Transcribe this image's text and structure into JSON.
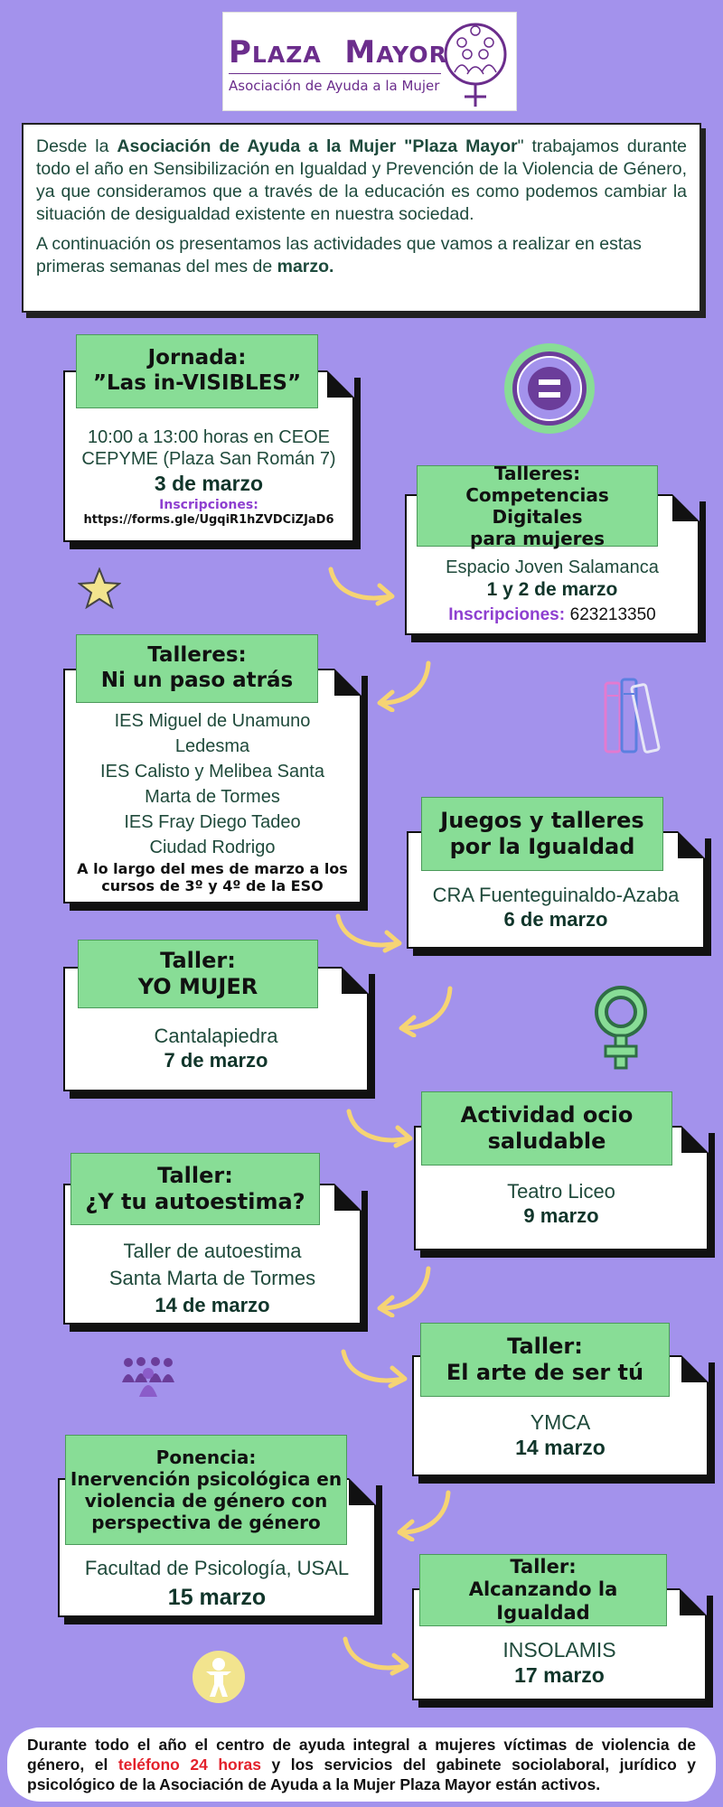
{
  "logo": {
    "name_p": "P",
    "name_laza": "LAZA",
    "name_m": "M",
    "name_ayor": "AYOR",
    "subtitle": "Asociación de Ayuda a la Mujer"
  },
  "intro": {
    "p1_a": "Desde la ",
    "p1_b": "Asociación de Ayuda a la Mujer \"Plaza Mayor",
    "p1_c": "\" trabajamos durante todo el año en Sensibilización en Igualdad y Prevención de la Violencia de Género, ya que consideramos que a través de la educación es como podemos cambiar la situación de desigualdad existente en nuestra sociedad.",
    "p2_a": "A continuación os presentamos las actividades que vamos a realizar en estas primeras semanas del mes de ",
    "p2_b": "marzo."
  },
  "events": [
    {
      "title1": "Jornada:",
      "title2": "”Las in-VISIBLES”",
      "place1": "10:00 a 13:00 horas en CEOE",
      "place2": "CEPYME (Plaza San Román 7)",
      "date": "3 de marzo",
      "insc": "Inscripciones:",
      "url": "https://forms.gle/UgqiR1hZVDCiZJaD6"
    },
    {
      "title1": "Talleres:",
      "title2": "Competencias Digitales",
      "title3": "para mujeres",
      "place1": "Espacio Joven Salamanca",
      "date": "1 y 2 de marzo",
      "insc": "Inscripciones:",
      "phone": "623213350"
    },
    {
      "title1": "Talleres:",
      "title2": "Ni un paso atrás",
      "l1": "IES Miguel de Unamuno",
      "l2": "Ledesma",
      "l3": "IES Calisto y Melibea Santa",
      "l4": "Marta de Tormes",
      "l5": "IES Fray Diego Tadeo",
      "l6": "Ciudad Rodrigo",
      "note1": "A lo largo del mes de marzo a los",
      "note2": "cursos de 3º y 4º de la ESO"
    },
    {
      "title1": "Juegos y talleres",
      "title2": "por la Igualdad",
      "place1": "CRA Fuenteguinaldo-Azaba",
      "date": "6 de marzo"
    },
    {
      "title1": "Taller:",
      "title2": "YO MUJER",
      "place1": "Cantalapiedra",
      "date": "7 de marzo"
    },
    {
      "title1": "Actividad ocio",
      "title2": "saludable",
      "place1": "Teatro Liceo",
      "date": "9 marzo"
    },
    {
      "title1": "Taller:",
      "title2": "¿Y tu autoestima?",
      "place1": "Taller de autoestima",
      "place2": "Santa Marta de Tormes",
      "date": "14 de marzo"
    },
    {
      "title1": "Taller:",
      "title2": "El arte de ser tú",
      "place1": "YMCA",
      "date": "14 marzo"
    },
    {
      "title1": "Ponencia:",
      "title2": "Inervención psicológica en",
      "title3": "violencia de género con",
      "title4": "perspectiva de género",
      "place1": "Facultad de Psicología, USAL",
      "date": "15 marzo"
    },
    {
      "title1": "Taller:",
      "title2": "Alcanzando la Igualdad",
      "place1": "INSOLAMIS",
      "date": "17 marzo"
    }
  ],
  "footer": {
    "a": "Durante todo el año el centro de ayuda integral a mujeres víctimas de violencia de género, el ",
    "b": "teléfono 24 horas",
    "c": " y los servicios del gabinete sociolaboral, jurídico y psicológico de la Asociación de Ayuda a la Mujer Plaza Mayor están activos."
  },
  "colors": {
    "background": "#a392ec",
    "title_box": "#88dd96",
    "accent_purple": "#8e3fd0",
    "arrow": "#f6d474",
    "footer_red": "#e3212b"
  },
  "icons": [
    "women-group-logo-icon",
    "equality-badge-icon",
    "star-icon",
    "books-icon",
    "female-symbol-icon",
    "people-group-icon",
    "person-circle-icon",
    "curved-arrow-icon"
  ]
}
